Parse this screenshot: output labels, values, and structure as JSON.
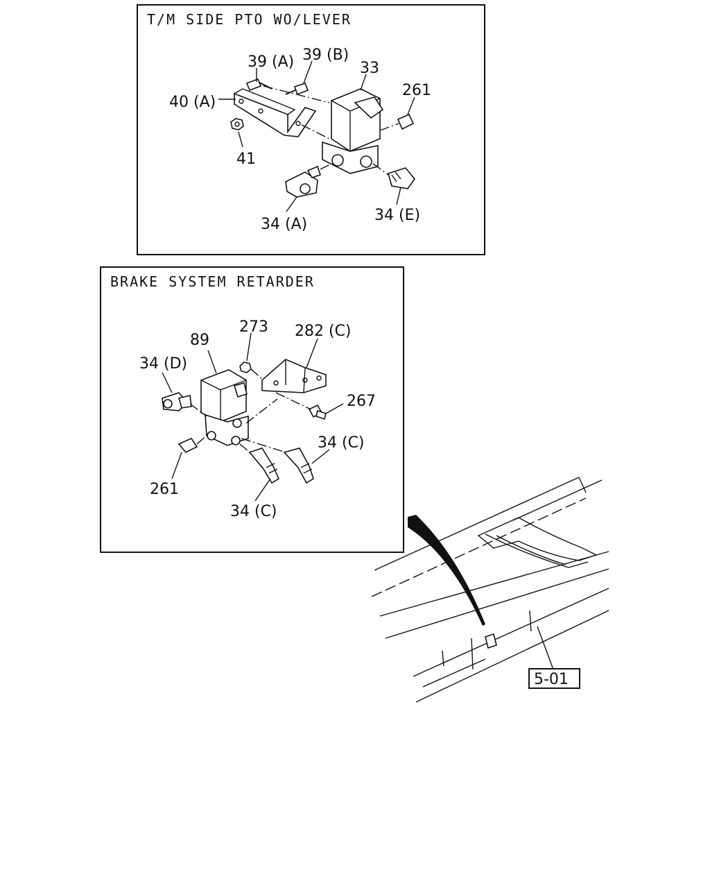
{
  "panels": {
    "top": {
      "title": "T/M SIDE PTO WO/LEVER"
    },
    "bottom": {
      "title": "BRAKE SYSTEM RETARDER"
    }
  },
  "callouts": {
    "c39a": "39 (A)",
    "c39b": "39 (B)",
    "c33": "33",
    "c261_top": "261",
    "c40a": "40 (A)",
    "c41": "41",
    "c34a": "34 (A)",
    "c34e": "34 (E)",
    "c273": "273",
    "c282c": "282 (C)",
    "c89": "89",
    "c34d": "34 (D)",
    "c267": "267",
    "c34c_right": "34 (C)",
    "c261_bot": "261",
    "c34c_bot": "34 (C)"
  },
  "reference": {
    "box": "5-01"
  }
}
